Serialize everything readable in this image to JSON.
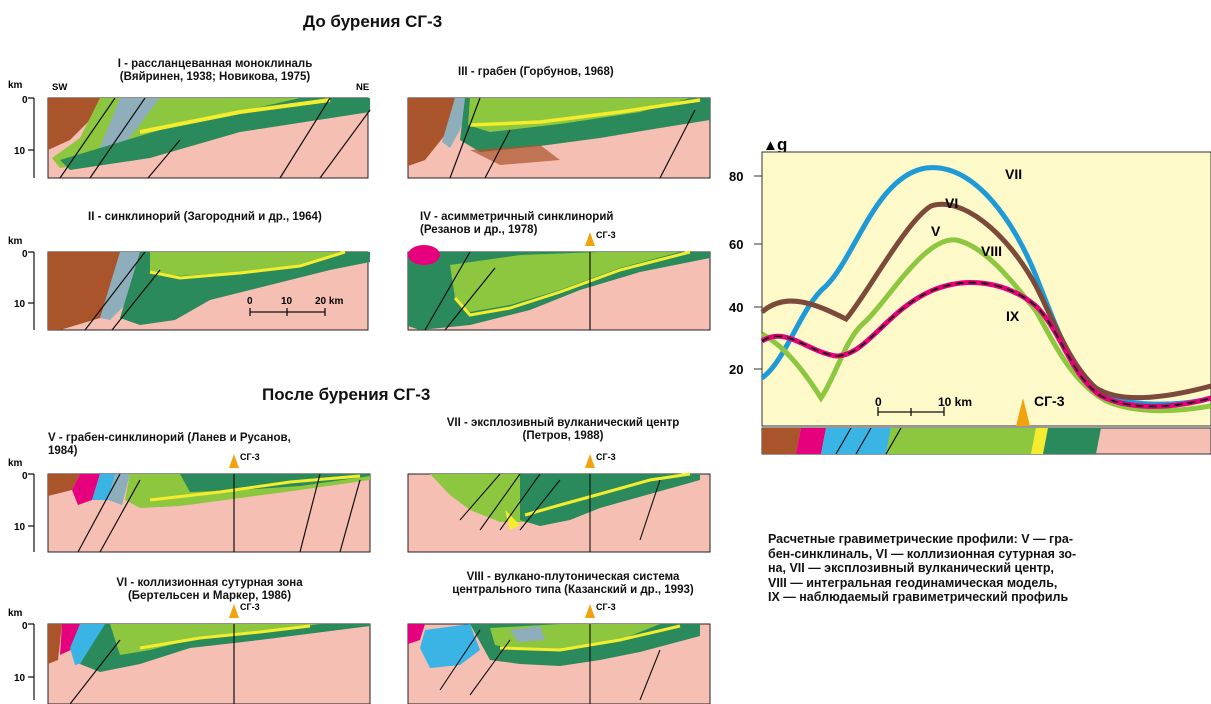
{
  "headings": {
    "before": "До бурения СГ-3",
    "after": "После бурения СГ-3"
  },
  "units": {
    "km": "km",
    "sw": "SW",
    "ne": "NE",
    "sg3": "СГ-3"
  },
  "depth_ticks": [
    "0",
    "10"
  ],
  "scale_bar": {
    "zero": "0",
    "ten": "10",
    "twenty": "20 km"
  },
  "sections": [
    {
      "id": "I",
      "caption": [
        "I -  рассланцеванная моноклиналь",
        "(Вяйринен, 1938; Новикова, 1975)"
      ]
    },
    {
      "id": "II",
      "caption": [
        "II - синклинорий  (Загородний и др., 1964)"
      ]
    },
    {
      "id": "III",
      "caption": [
        "III - грабен  (Горбунов, 1968)"
      ]
    },
    {
      "id": "IV",
      "caption": [
        "IV - асимметричный синклинорий",
        "(Резанов и др., 1978)"
      ]
    },
    {
      "id": "V",
      "caption": [
        "V - грабен-синклинорий  (Ланев и Русанов,",
        "1984)"
      ]
    },
    {
      "id": "VI",
      "caption": [
        "VI - коллизионная сутурная зона",
        "(Бертельсен и Маркер, 1986)"
      ]
    },
    {
      "id": "VII",
      "caption": [
        "VII - эксплозивный вулканический центр",
        "(Петров, 1988)"
      ]
    },
    {
      "id": "VIII",
      "caption": [
        "VIII -  вулкано-плутоническая система",
        "центрального типа (Казанский и др., 1993)"
      ]
    }
  ],
  "gravity_chart": {
    "axis_label": "g",
    "y_ticks": [
      "80",
      "60",
      "40",
      "20"
    ],
    "scale_zero": "0",
    "scale_ten": "10 km",
    "well_label": "СГ-3",
    "curve_labels": {
      "vii": "VII",
      "vi": "VI",
      "v": "V",
      "viii": "VIII",
      "ix": "IX"
    },
    "colors": {
      "vii": "#1e9ad6",
      "vi": "#7b4a3a",
      "v": "#8dc63f",
      "viii": "#e6007e",
      "ix": "#111111",
      "background": "#fdf9c8"
    }
  },
  "caption": [
    "Расчетные гравиметрические профили: V — гра-",
    "бен-синклиналь, VI — коллизионная сутурная зо-",
    "на, VII — эксплозивный вулканический центр,",
    "VIII — интегральная геодинамическая модель,",
    "IX — наблюдаемый гравиметрический профиль"
  ]
}
